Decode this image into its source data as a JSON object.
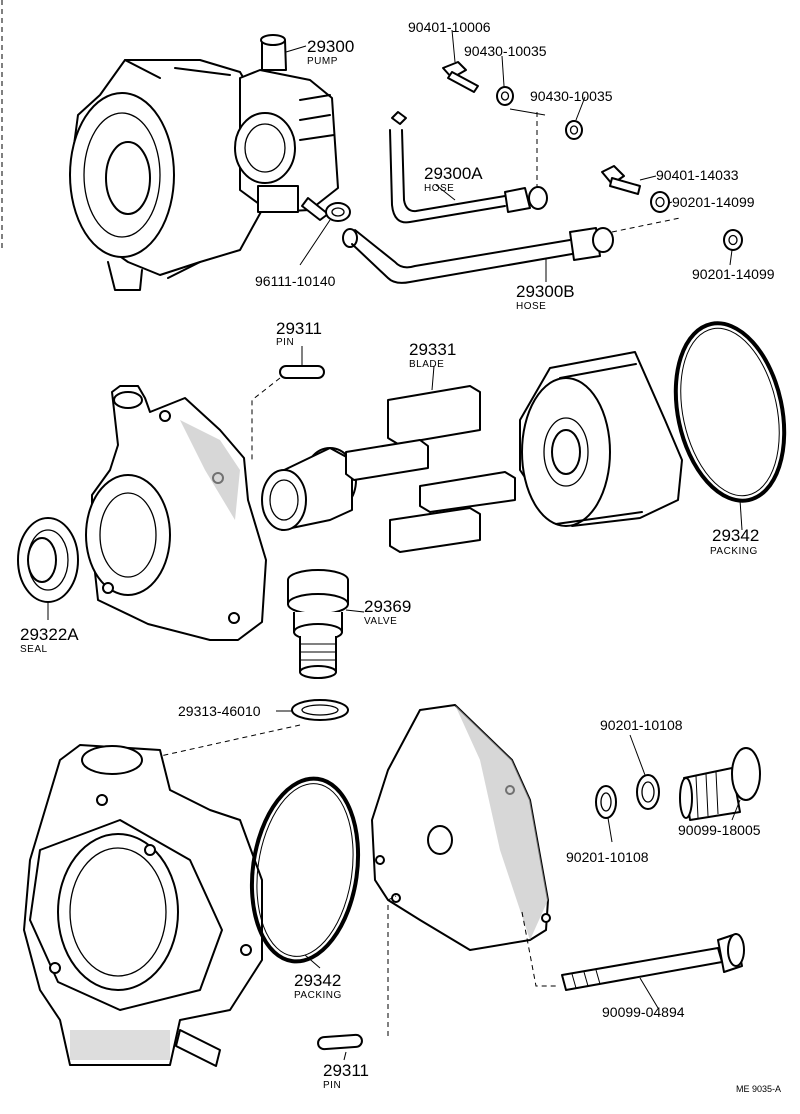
{
  "parts": {
    "pump": {
      "number": "29300",
      "name": "PUMP"
    },
    "hose_a": {
      "number": "29300A",
      "name": "HOSE"
    },
    "hose_b": {
      "number": "29300B",
      "name": "HOSE"
    },
    "bolt_top": {
      "number": "90401-10006"
    },
    "washer_1": {
      "number": "90430-10035"
    },
    "washer_2": {
      "number": "90430-10035"
    },
    "bolt_right": {
      "number": "90401-14033"
    },
    "gasket_r1": {
      "number": "90201-14099"
    },
    "gasket_r2": {
      "number": "90201-14099"
    },
    "clamp": {
      "number": "96111-10140"
    },
    "pin_top": {
      "number": "29311",
      "name": "PIN"
    },
    "blade": {
      "number": "29331",
      "name": "BLADE"
    },
    "packing_top": {
      "number": "29342",
      "name": "PACKING"
    },
    "valve": {
      "number": "29369",
      "name": "VALVE"
    },
    "seal": {
      "number": "29322A",
      "name": "SEAL"
    },
    "oring": {
      "number": "29313-46010"
    },
    "gasket_b1": {
      "number": "90201-10108"
    },
    "gasket_b2": {
      "number": "90201-10108"
    },
    "union_bolt": {
      "number": "90099-18005"
    },
    "long_bolt": {
      "number": "90099-04894"
    },
    "packing_bot": {
      "number": "29342",
      "name": "PACKING"
    },
    "pin_bot": {
      "number": "29311",
      "name": "PIN"
    }
  },
  "footer": {
    "ref": "ME  9035-A"
  }
}
